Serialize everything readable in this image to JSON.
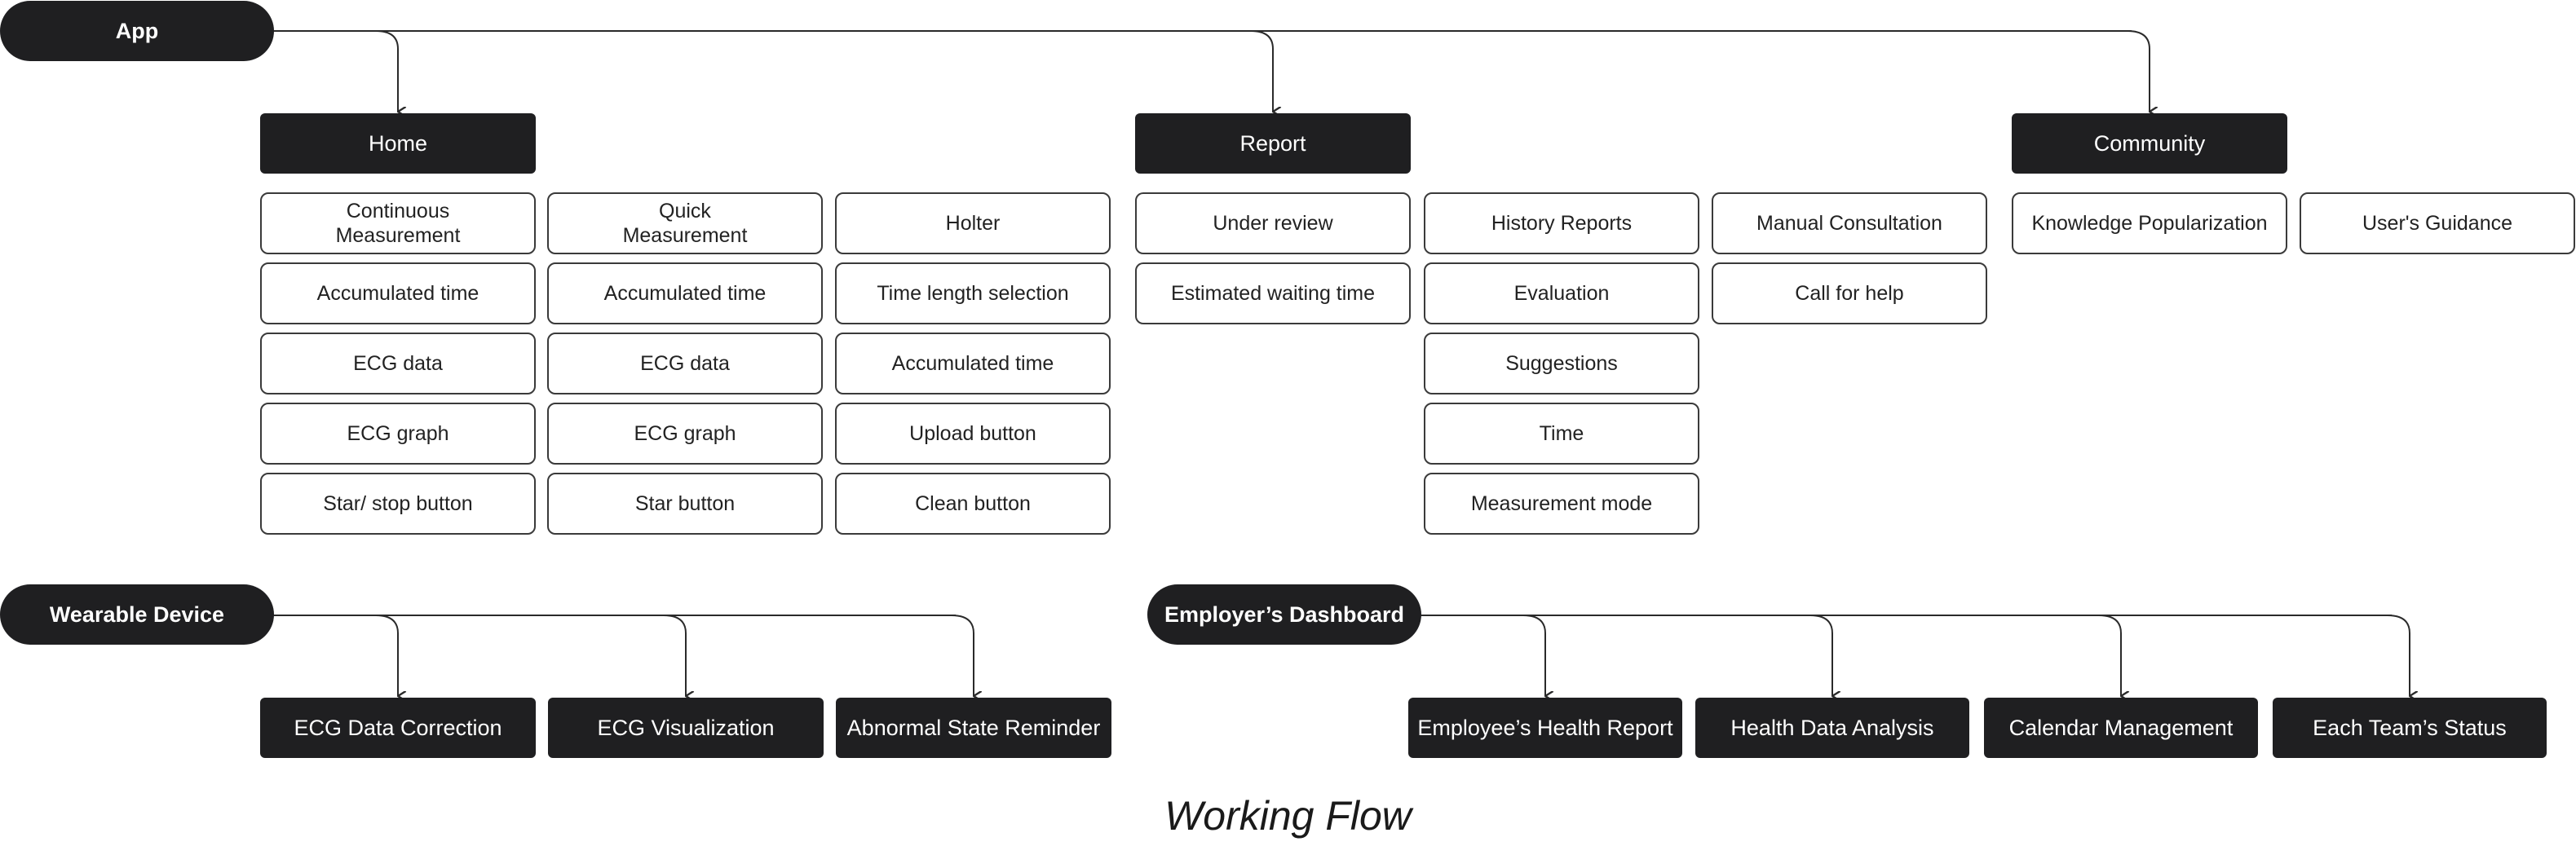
{
  "diagram": {
    "footer_title": "Working Flow",
    "colors": {
      "node_dark": "#1f1f21",
      "node_text_light": "#ffffff",
      "line": "#2a2a2a",
      "box_border": "#3a3a3a"
    },
    "app": {
      "root": "App",
      "sections": [
        {
          "id": "home",
          "label": "Home",
          "columns": [
            [
              "Continuous\nMeasurement",
              "Accumulated time",
              "ECG data",
              "ECG graph",
              "Star/ stop button"
            ],
            [
              "Quick\nMeasurement",
              "Accumulated time",
              "ECG data",
              "ECG graph",
              "Star button"
            ],
            [
              "Holter",
              "Time length selection",
              "Accumulated time",
              "Upload button",
              "Clean button"
            ]
          ]
        },
        {
          "id": "report",
          "label": "Report",
          "columns": [
            [
              "Under review",
              "Estimated waiting time"
            ],
            [
              "History Reports",
              "Evaluation",
              "Suggestions",
              "Time",
              "Measurement mode"
            ],
            [
              "Manual Consultation",
              "Call for help"
            ]
          ]
        },
        {
          "id": "community",
          "label": "Community",
          "columns": [
            [
              "Knowledge Popularization"
            ],
            [
              "User's Guidance"
            ]
          ]
        }
      ]
    },
    "wearable": {
      "root": "Wearable Device",
      "children": [
        "ECG Data Correction",
        "ECG Visualization",
        "Abnormal State Reminder"
      ]
    },
    "employer": {
      "root": "Employer’s Dashboard",
      "children": [
        "Employee’s Health Report",
        "Health Data Analysis",
        "Calendar Management",
        "Each Team’s Status"
      ]
    }
  }
}
